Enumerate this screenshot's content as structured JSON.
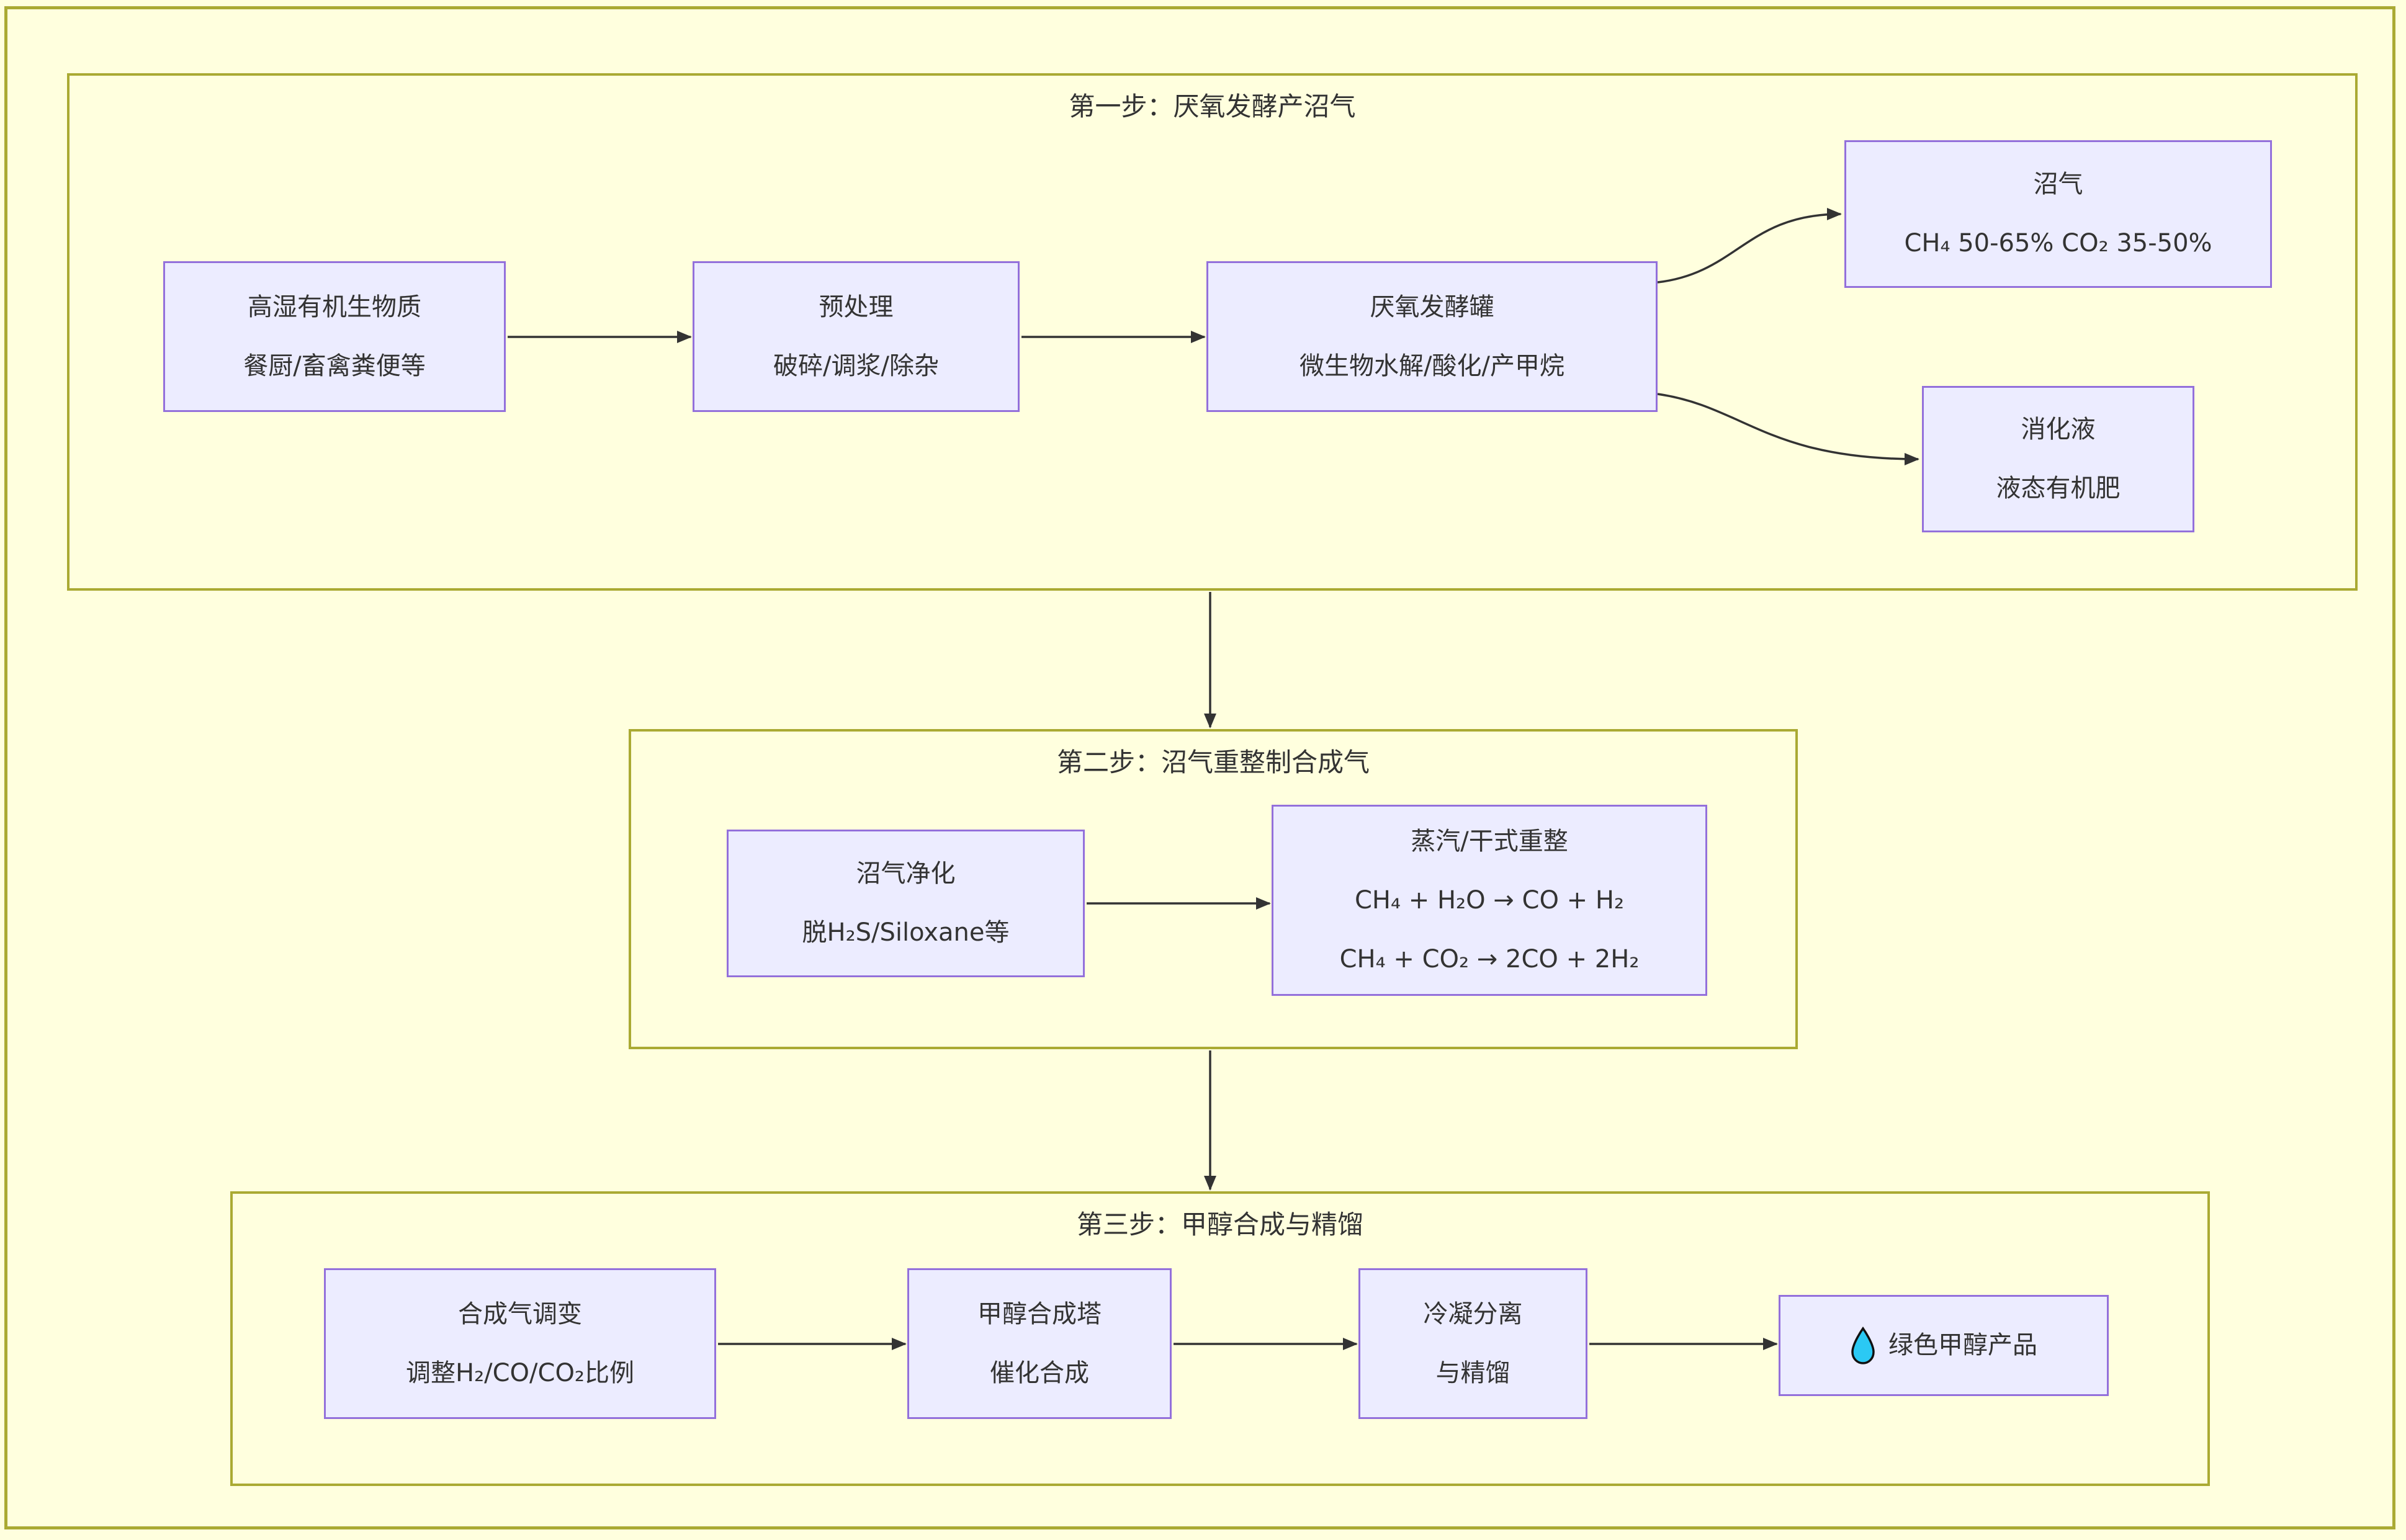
{
  "diagram": {
    "type": "flowchart",
    "language": "zh-CN",
    "topic": "biogas-to-green-methanol process"
  },
  "colors": {
    "background": "#FFFFDE",
    "frame_border": "#AAAA33",
    "node_fill": "#ECECFF",
    "node_border": "#9370DB",
    "text": "#333333",
    "arrow": "#333333",
    "droplet_fill": "#2BC9F4"
  },
  "sections": [
    {
      "title": "第一步：厌氧发酵产沼气",
      "nodes": [
        {
          "line1": "高湿有机生物质",
          "line2": "餐厨/畜禽粪便等"
        },
        {
          "line1": "预处理",
          "line2": "破碎/调浆/除杂"
        },
        {
          "line1": "厌氧发酵罐",
          "line2": "微生物水解/酸化/产甲烷"
        },
        {
          "line1": "沼气",
          "line2": "CH₄ 50-65% CO₂ 35-50%"
        },
        {
          "line1": "消化液",
          "line2": "液态有机肥"
        }
      ]
    },
    {
      "title": "第二步：沼气重整制合成气",
      "nodes": [
        {
          "line1": "沼气净化",
          "line2": "脱H₂S/Siloxane等"
        },
        {
          "line1": "蒸汽/干式重整",
          "line2": "CH₄ + H₂O → CO + H₂",
          "line3": "CH₄ + CO₂ → 2CO + 2H₂"
        }
      ]
    },
    {
      "title": "第三步：甲醇合成与精馏",
      "nodes": [
        {
          "line1": "合成气调变",
          "line2": "调整H₂/CO/CO₂比例"
        },
        {
          "line1": "甲醇合成塔",
          "line2": "催化合成"
        },
        {
          "line1": "冷凝分离",
          "line2": "与精馏"
        },
        {
          "icon": "droplet-icon",
          "line1": "绿色甲醇产品"
        }
      ]
    }
  ]
}
